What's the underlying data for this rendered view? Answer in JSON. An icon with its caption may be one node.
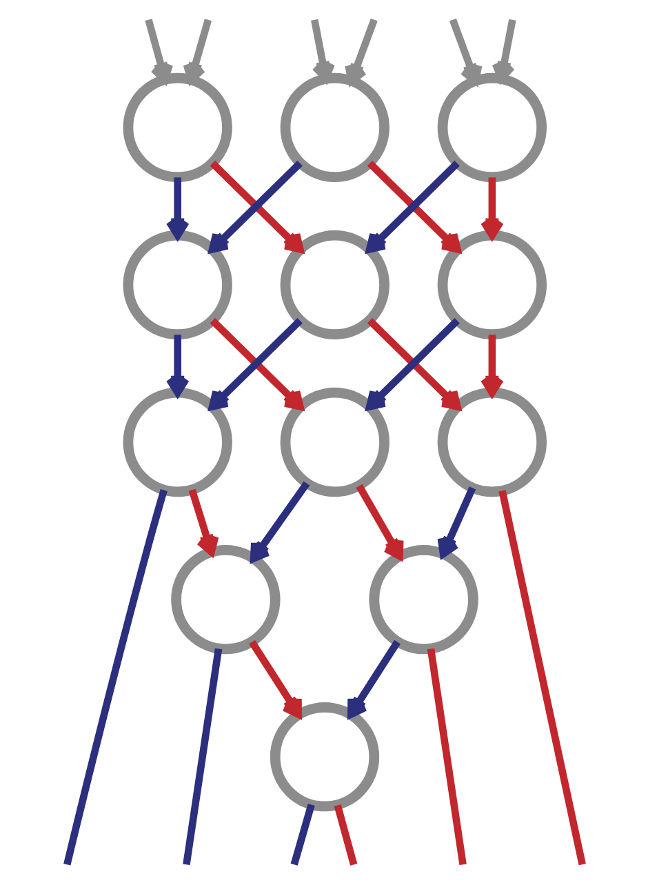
{
  "diagram": {
    "nodes": [
      {
        "text": [],
        "shape": "circle"
      },
      {
        "text": [],
        "shape": "circle"
      },
      {
        "text": [],
        "shape": "circle"
      },
      {
        "text": [],
        "shape": "circle"
      },
      {
        "text": [],
        "shape": "circle"
      },
      {
        "text": [],
        "shape": "circle"
      },
      {
        "text": [],
        "shape": "circle"
      },
      {
        "text": [],
        "shape": "circle"
      },
      {
        "text": [],
        "shape": "circle"
      },
      {
        "text": [],
        "shape": "circle"
      },
      {
        "text": [],
        "shape": "circle"
      },
      {
        "text": [],
        "shape": "circle"
      }
    ],
    "edges": [
      {
        "from": null,
        "to": 0,
        "arrow": "to",
        "color": "#8c8c8c"
      },
      {
        "from": null,
        "to": 0,
        "arrow": "to",
        "color": "#8c8c8c"
      },
      {
        "from": null,
        "to": 1,
        "arrow": "to",
        "color": "#8c8c8c"
      },
      {
        "from": null,
        "to": 1,
        "arrow": "to",
        "color": "#8c8c8c"
      },
      {
        "from": null,
        "to": 2,
        "arrow": "to",
        "color": "#8c8c8c"
      },
      {
        "from": null,
        "to": 2,
        "arrow": "to",
        "color": "#8c8c8c"
      },
      {
        "from": 0,
        "to": 3,
        "arrow": "to",
        "color": "#2b2f7e"
      },
      {
        "from": 0,
        "to": 4,
        "arrow": "to",
        "color": "#c1272d"
      },
      {
        "from": 1,
        "to": 3,
        "arrow": "to",
        "color": "#2b2f7e"
      },
      {
        "from": 1,
        "to": 5,
        "arrow": "to",
        "color": "#c1272d"
      },
      {
        "from": 2,
        "to": 4,
        "arrow": "to",
        "color": "#2b2f7e"
      },
      {
        "from": 2,
        "to": 5,
        "arrow": "to",
        "color": "#c1272d"
      },
      {
        "from": 3,
        "to": 6,
        "arrow": "to",
        "color": "#2b2f7e"
      },
      {
        "from": 3,
        "to": 7,
        "arrow": "to",
        "color": "#c1272d"
      },
      {
        "from": 4,
        "to": 6,
        "arrow": "to",
        "color": "#2b2f7e"
      },
      {
        "from": 4,
        "to": 8,
        "arrow": "to",
        "color": "#c1272d"
      },
      {
        "from": 5,
        "to": 7,
        "arrow": "to",
        "color": "#2b2f7e"
      },
      {
        "from": 5,
        "to": 8,
        "arrow": "to",
        "color": "#c1272d"
      },
      {
        "from": 6,
        "to": 9,
        "arrow": "to",
        "color": "#c1272d"
      },
      {
        "from": 7,
        "to": 9,
        "arrow": "to",
        "color": "#2b2f7e"
      },
      {
        "from": 7,
        "to": 10,
        "arrow": "to",
        "color": "#c1272d"
      },
      {
        "from": 8,
        "to": 10,
        "arrow": "to",
        "color": "#2b2f7e"
      },
      {
        "from": 9,
        "to": 11,
        "arrow": "to",
        "color": "#c1272d"
      },
      {
        "from": 10,
        "to": 11,
        "arrow": "to",
        "color": "#2b2f7e"
      },
      {
        "from": 6,
        "to": null,
        "arrow": "none",
        "color": "#2b2f7e"
      },
      {
        "from": 9,
        "to": null,
        "arrow": "none",
        "color": "#2b2f7e"
      },
      {
        "from": 11,
        "to": null,
        "arrow": "none",
        "color": "#2b2f7e"
      },
      {
        "from": 11,
        "to": null,
        "arrow": "none",
        "color": "#c1272d"
      },
      {
        "from": 10,
        "to": null,
        "arrow": "none",
        "color": "#c1272d"
      },
      {
        "from": 8,
        "to": null,
        "arrow": "none",
        "color": "#c1272d"
      }
    ]
  }
}
